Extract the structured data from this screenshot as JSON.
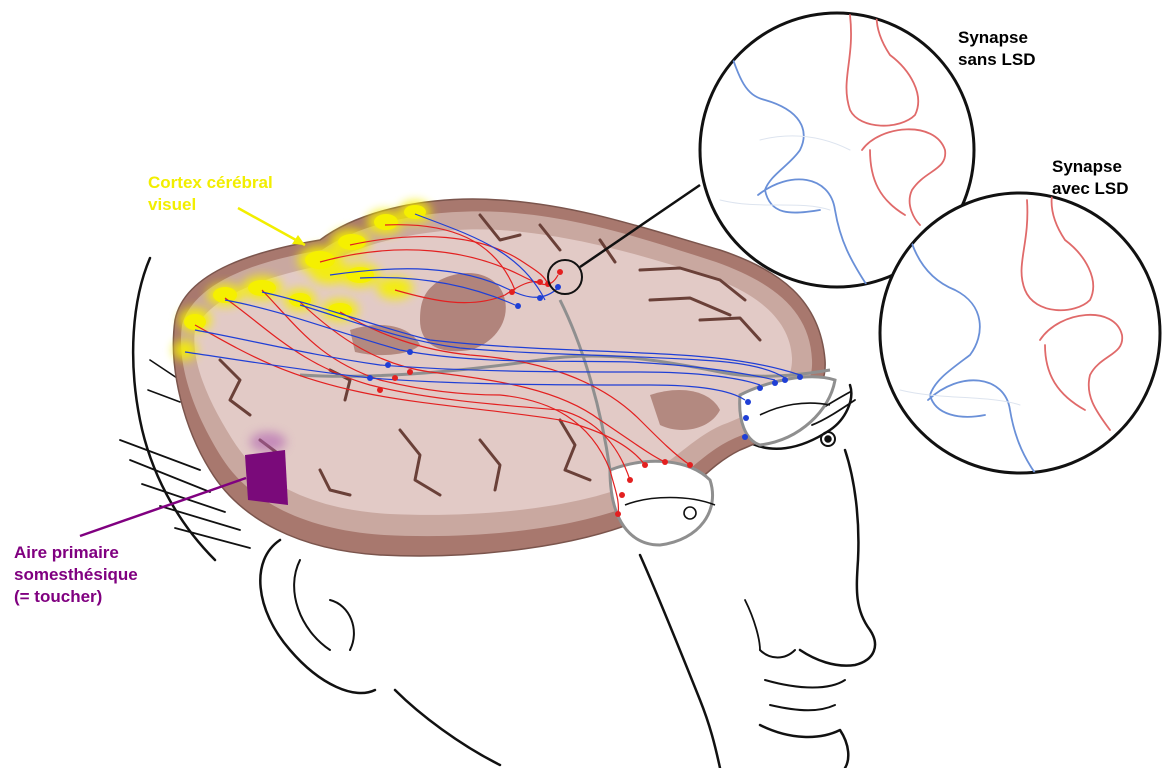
{
  "labels": {
    "visual_cortex": {
      "line1": "Cortex cérébral",
      "line2": "visuel"
    },
    "somatosensory": {
      "line1": "Aire primaire",
      "line2": "somesthésique",
      "line3": "(= toucher)"
    },
    "synapse_without": {
      "line1": "Synapse",
      "line2": "sans LSD"
    },
    "synapse_with": {
      "line1": "Synapse",
      "line2": "avec LSD"
    }
  },
  "colors": {
    "visual_label": "#f2ee00",
    "visual_area": "#f5f000",
    "somato_label": "#800080",
    "somato_area": "#7a0a7a",
    "brain_cut_surface": "#e2cac6",
    "brain_gray_matter": "#c9a8a0",
    "brain_outer": "#a8786e",
    "neuron_red": "#e32020",
    "neuron_blue": "#1f3fd6",
    "synapse_red": "#e06a6a",
    "synapse_blue": "#6a90d8",
    "outline": "#111111",
    "text_dark": "#000000"
  }
}
